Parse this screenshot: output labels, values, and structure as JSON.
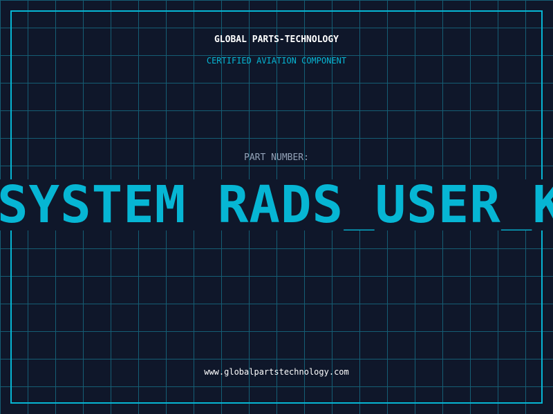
{
  "header": {
    "company": "GLOBAL PARTS-TECHNOLOGY",
    "subtitle": "CERTIFIED AVIATION COMPONENT"
  },
  "part": {
    "label": "PART NUMBER:",
    "value": "SYSTEM RADS_USER_K"
  },
  "footer": {
    "url": "www.globalpartstechnology.com"
  },
  "colors": {
    "background": "#0f172a",
    "accent": "#06b6d4",
    "grid": "#155e75"
  }
}
